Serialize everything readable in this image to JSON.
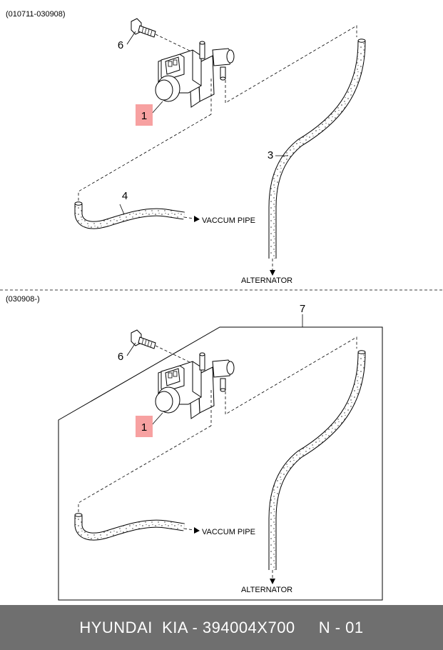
{
  "sections": [
    {
      "range": "(010711-030908)"
    },
    {
      "range": "(030908-)"
    }
  ],
  "callouts": {
    "solenoid": "1",
    "hose_alternator": "3",
    "hose_vacuum": "4",
    "bolt": "6",
    "assembly": "7"
  },
  "destinations": {
    "vacuum": "VACCUM PIPE",
    "alternator": "ALTERNATOR"
  },
  "colors": {
    "highlight": "#f7a1a1",
    "footer_bg": "#6f6f6f",
    "footer_text": "#ffffff"
  },
  "footer": {
    "text": "HYUNDAI  KIA - 394004X700     N - 01"
  }
}
